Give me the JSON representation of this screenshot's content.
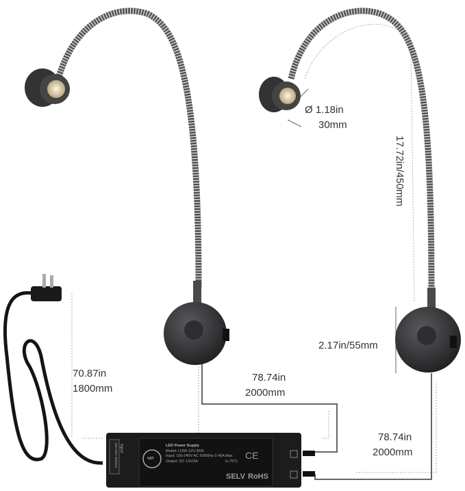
{
  "dimensions": {
    "head_diameter": {
      "imperial": "Ø 1.18in",
      "metric": "30mm"
    },
    "neck_length": "17.72in/450mm",
    "base_diameter": "2.17in/55mm",
    "plug_cable": {
      "imperial": "70.87in",
      "metric": "1800mm"
    },
    "lamp_cable_1": {
      "imperial": "78.74in",
      "metric": "2000mm"
    },
    "lamp_cable_2": {
      "imperial": "78.74in",
      "metric": "2000mm"
    }
  },
  "power_supply": {
    "brand": "VST",
    "title": "LED Power Supply",
    "model": "Model: LD55-12V-36W",
    "input": "Input: 100-240V AC 50/60Hz 0.45A Max",
    "output": "Output: DC 12V/3A",
    "temp": "tc:75°C",
    "input_label": "Input",
    "input_spec": "100-240V 50/60Hz",
    "ce": "CE",
    "selv": "SELV",
    "rohs": "RoHS"
  },
  "colors": {
    "body": "#2a2a2c",
    "neck": "#5a5a5e",
    "led": "#e8d9b8",
    "dim_line": "#999999"
  }
}
